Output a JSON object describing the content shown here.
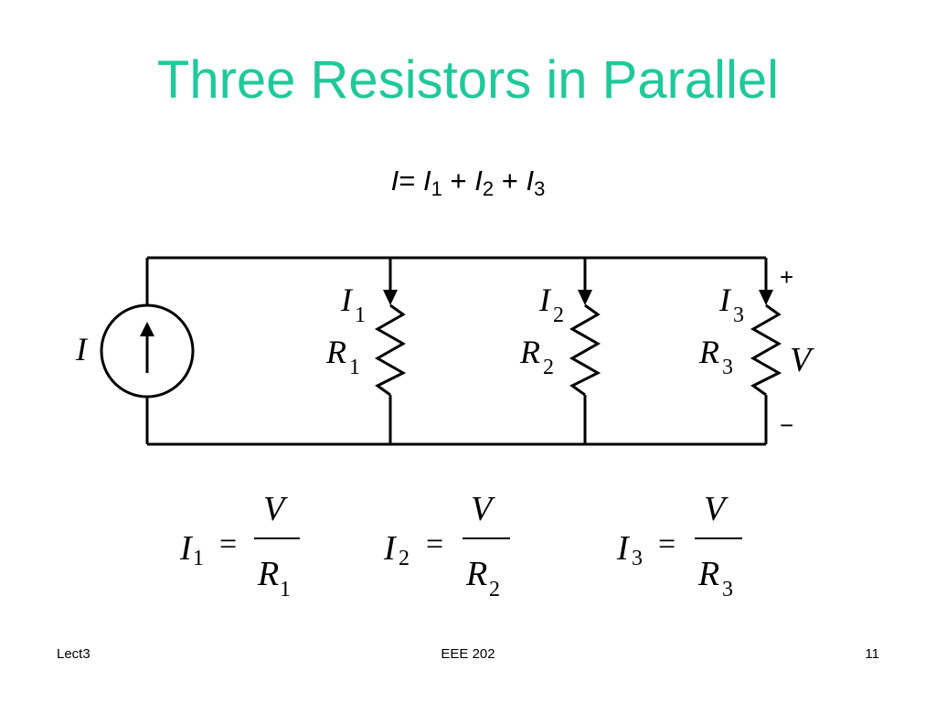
{
  "slide": {
    "title": "Three Resistors in Parallel",
    "kcl_equation": {
      "total": "I",
      "equals": "=",
      "terms": [
        {
          "symbol": "I",
          "subscript": "1"
        },
        {
          "symbol": "I",
          "subscript": "2"
        },
        {
          "symbol": "I",
          "subscript": "3"
        }
      ],
      "plus": "+"
    },
    "circuit": {
      "source_label": "I",
      "branches": [
        {
          "current": "I",
          "current_sub": "1",
          "resistor": "R",
          "resistor_sub": "1"
        },
        {
          "current": "I",
          "current_sub": "2",
          "resistor": "R",
          "resistor_sub": "2"
        },
        {
          "current": "I",
          "current_sub": "3",
          "resistor": "R",
          "resistor_sub": "3"
        }
      ],
      "voltage_label": "V",
      "plus_sign": "+",
      "minus_sign": "−"
    },
    "ohm_equations": [
      {
        "lhs": "I",
        "lhs_sub": "1",
        "equals": "=",
        "numerator": "V",
        "denominator": "R",
        "denominator_sub": "1"
      },
      {
        "lhs": "I",
        "lhs_sub": "2",
        "equals": "=",
        "numerator": "V",
        "denominator": "R",
        "denominator_sub": "2"
      },
      {
        "lhs": "I",
        "lhs_sub": "3",
        "equals": "=",
        "numerator": "V",
        "denominator": "R",
        "denominator_sub": "3"
      }
    ],
    "footer": {
      "left": "Lect3",
      "center": "EEE 202",
      "right": "11"
    }
  }
}
